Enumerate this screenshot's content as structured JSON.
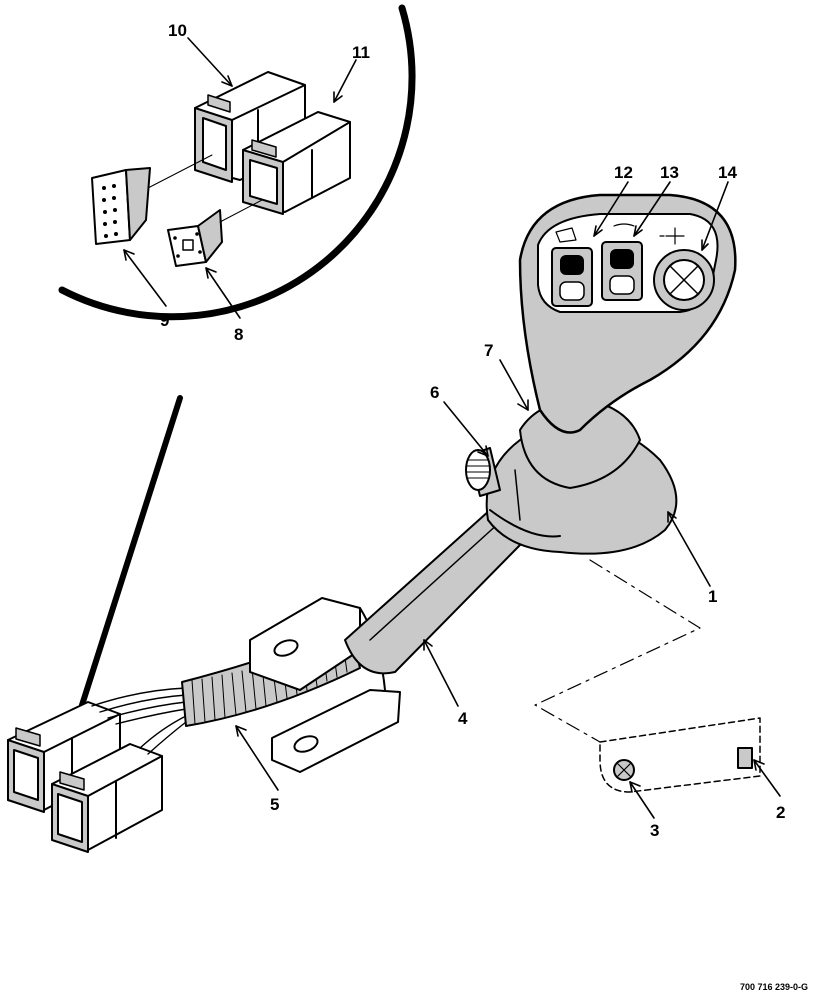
{
  "callouts": {
    "c1": "1",
    "c2": "2",
    "c3": "3",
    "c4": "4",
    "c5": "5",
    "c6": "6",
    "c7": "7",
    "c8": "8",
    "c9": "9",
    "c10": "10",
    "c11": "11",
    "c12": "12",
    "c13": "13",
    "c14": "14"
  },
  "figure_id": "700 716 239-0-G",
  "colors": {
    "ink": "#000000",
    "shade": "#c9c9c9",
    "background": "#ffffff"
  }
}
